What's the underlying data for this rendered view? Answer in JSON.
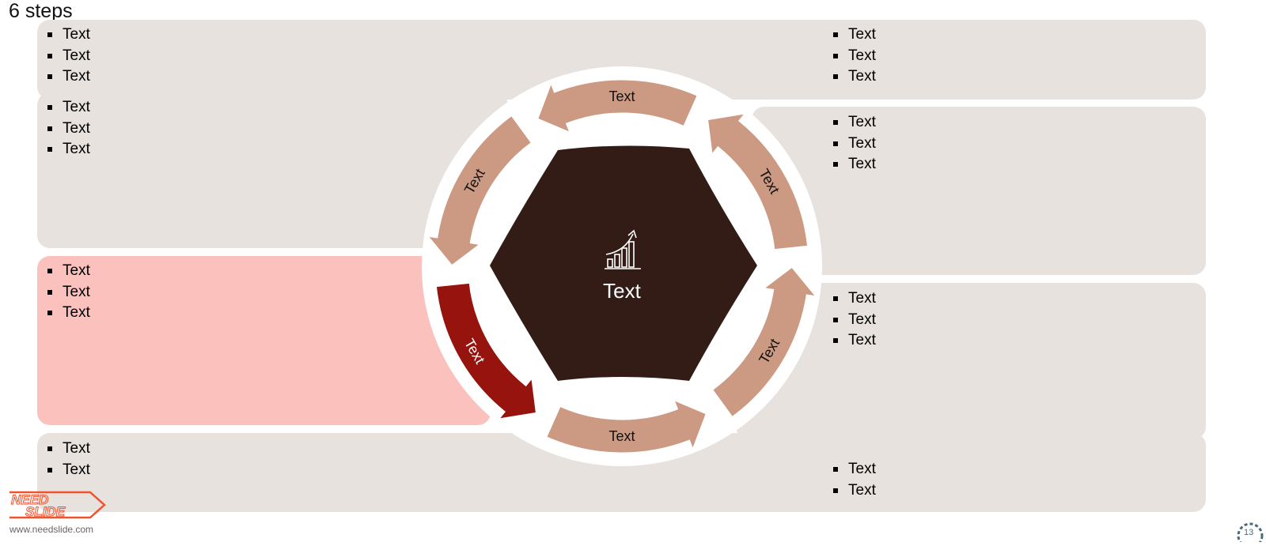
{
  "title": "6 steps",
  "center": {
    "label": "Text",
    "icon": "growth-chart-icon"
  },
  "segments": [
    {
      "label": "Text"
    },
    {
      "label": "Text"
    },
    {
      "label": "Text"
    },
    {
      "label": "Text"
    },
    {
      "label": "Text"
    },
    {
      "label": "Text"
    }
  ],
  "panels": {
    "top_left": [
      "Text",
      "Text",
      "Text"
    ],
    "top_right": [
      "Text",
      "Text",
      "Text"
    ],
    "upper_left": [
      "Text",
      "Text",
      "Text"
    ],
    "upper_right": [
      "Text",
      "Text",
      "Text"
    ],
    "middle_left": [
      "Text",
      "Text",
      "Text"
    ],
    "middle_right": [
      "Text",
      "Text",
      "Text"
    ],
    "bottom_left": [
      "Text",
      "Text"
    ],
    "bottom_right": [
      "Text",
      "Text"
    ]
  },
  "footer": {
    "url": "www.needslide.com",
    "logo_line1": "NEED",
    "logo_line2": "SLIDE",
    "page_number": "13"
  },
  "colors": {
    "panel": "#e7e2de",
    "panel_active": "#fac1bd",
    "arrow": "#cc9982",
    "arrow_active": "#96140d",
    "hexagon": "#321c15",
    "logo": "#f0522e",
    "page_badge": "#4b6b78"
  }
}
